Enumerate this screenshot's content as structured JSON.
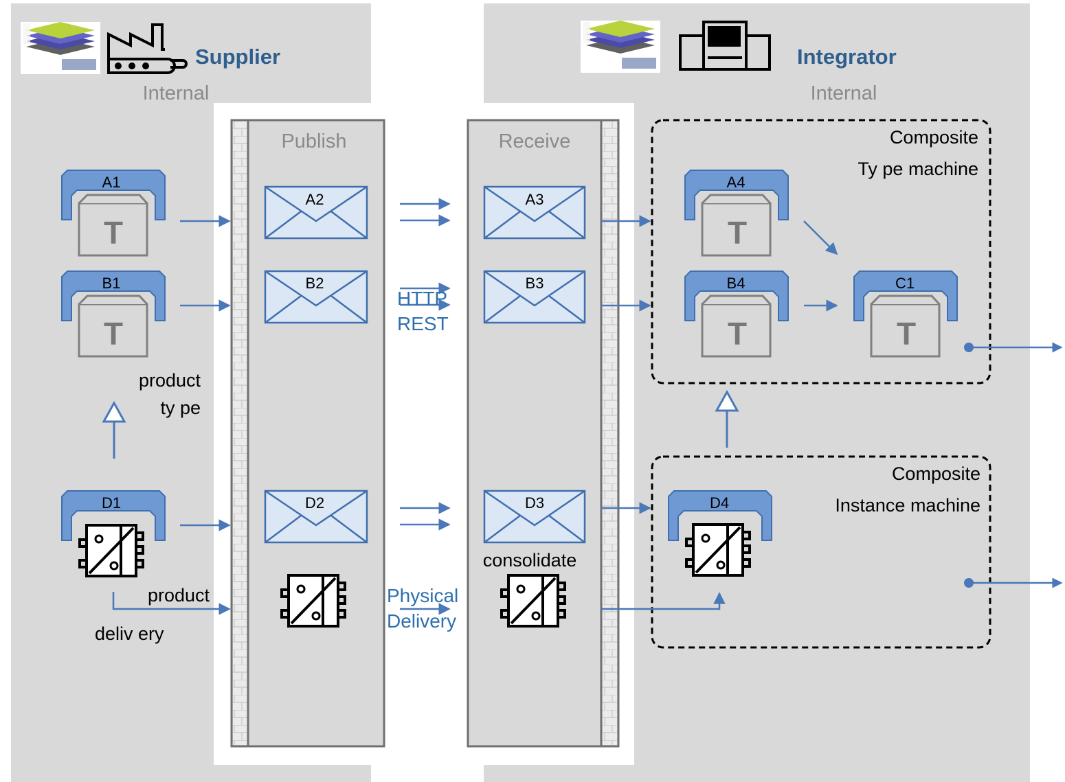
{
  "supplier": {
    "title": "Supplier",
    "internal": "Internal"
  },
  "integrator": {
    "title": "Integrator",
    "internal": "Internal"
  },
  "publish": {
    "title": "Publish"
  },
  "receive": {
    "title": "Receive"
  },
  "composite_type": {
    "line1": "Composite",
    "line2": "Ty pe machine"
  },
  "composite_instance": {
    "line1": "Composite",
    "line2": "Instance machine"
  },
  "labels": {
    "product_type_1": "product",
    "product_type_2": "ty pe",
    "product_delivery_1": "product",
    "product_delivery_2": "deliv ery",
    "http": "HTTP",
    "rest": "REST",
    "physical": "Physical",
    "delivery": "Delivery",
    "consolidate": "consolidate"
  },
  "shells": {
    "A1": "A1",
    "B1": "B1",
    "D1": "D1",
    "A4": "A4",
    "B4": "B4",
    "C1": "C1",
    "D4": "D4"
  },
  "envelopes": {
    "A2": "A2",
    "B2": "B2",
    "D2": "D2",
    "A3": "A3",
    "B3": "B3",
    "D3": "D3"
  },
  "t_glyph": "T",
  "colors": {
    "accent": "#4a78b8",
    "shell_fill": "#6f99d3",
    "envelope_fill": "#dce7f5",
    "panel": "#d9d9d9"
  }
}
